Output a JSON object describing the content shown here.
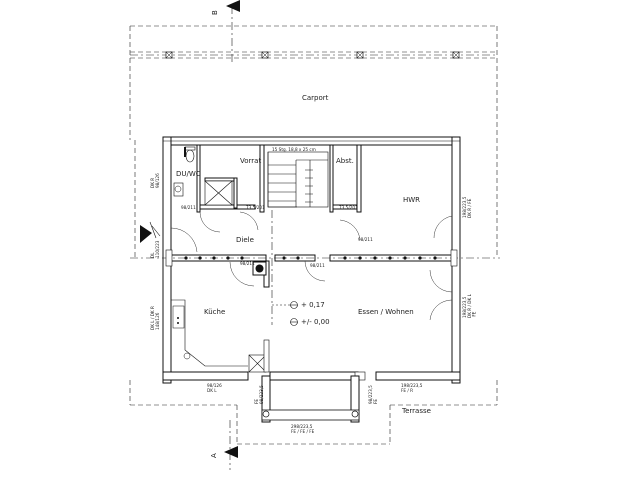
{
  "section_markers": {
    "top": "B",
    "bottom": "A"
  },
  "rooms": {
    "carport": "Carport",
    "du_wc": "DU/WC",
    "vorrat": "Vorrat",
    "abst": "Abst.",
    "hwr": "HWR",
    "diele": "Diele",
    "kueche": "Küche",
    "essen_wohnen": "Essen / Wohnen",
    "terrasse": "Terrasse"
  },
  "stair_label": "15 Stg. 18,8 x 25 cm",
  "levels": {
    "upper": "+ 0,17",
    "ground": "+/- 0,00"
  },
  "openings": {
    "duwc_left": "DK R\n98/126",
    "diele_left": "DL\n110/223",
    "kitchen_left": "DK L / DK R\n148/126",
    "hwr_right": "198/223,5\nDK R / FE",
    "living_right": "198/223,5\nDK R / DK L\n FE",
    "bottom_left": "98/126\nDK L",
    "bottom_right": "198/223,5\nFE / R",
    "terrace_door_left": "FE\n98/223,5",
    "terrace_door_right": "98/223,5\nFE",
    "terrace_bottom": "298/223,5\nFE / FE / FE"
  },
  "door_tags": {
    "d1": "98/211",
    "d2": "73,5/201",
    "d3": "73,5/201",
    "d4": "98/211",
    "d5": "98/211",
    "d6": "98/211"
  }
}
